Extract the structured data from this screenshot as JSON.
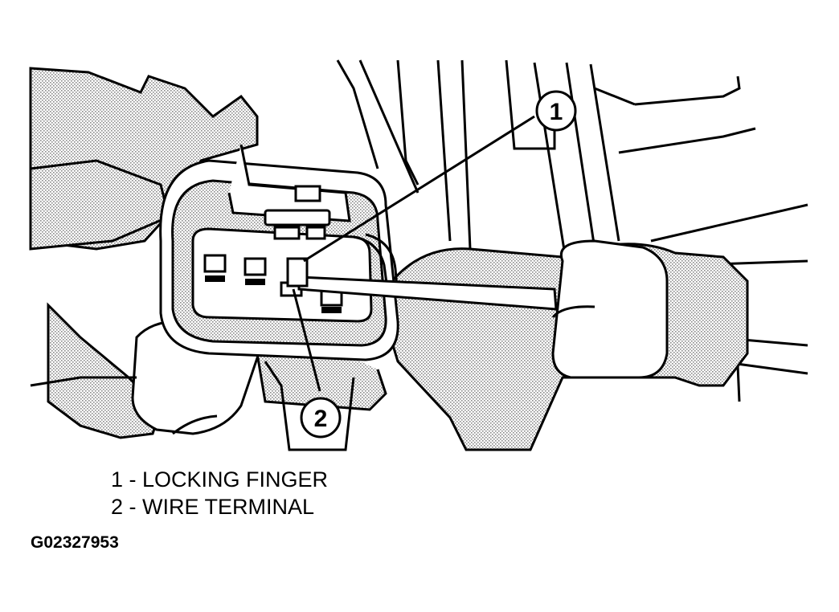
{
  "callouts": [
    {
      "number": "1",
      "label": "LOCKING FINGER"
    },
    {
      "number": "2",
      "label": "WIRE TERMINAL"
    }
  ],
  "legend": [
    "1 - LOCKING FINGER",
    "2 - WIRE TERMINAL"
  ],
  "figure_id": "G02327953",
  "colors": {
    "ink": "#000000",
    "paper": "#ffffff",
    "stipple": "#9a9a9a"
  }
}
